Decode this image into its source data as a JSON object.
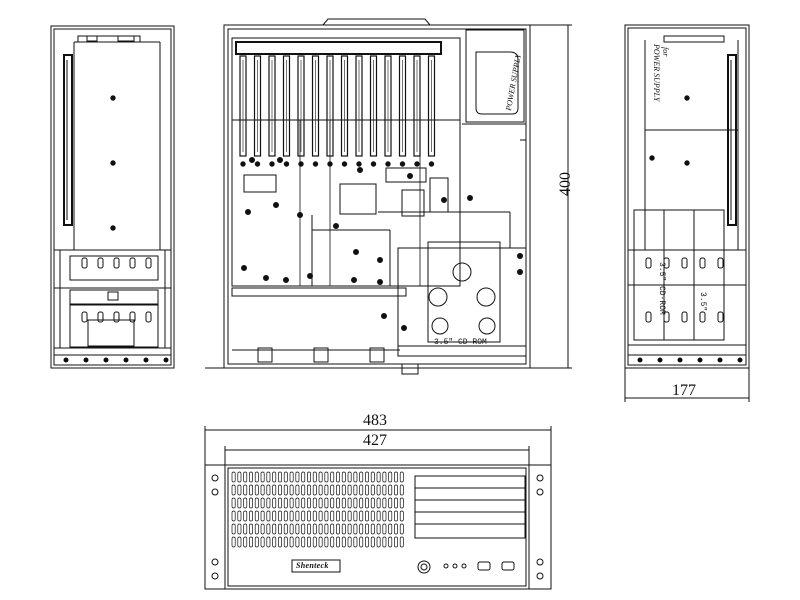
{
  "dimensions": {
    "depth": "400",
    "height_side": "177",
    "overall_width": "483",
    "chassis_width": "427"
  },
  "labels": {
    "cdrom_top": "3.5\" CD-ROM",
    "cdrom_right_a": "3.5\" CD-ROM",
    "cdrom_right_b": "3.5\"",
    "power_supply_top": "POWER SUPPLY",
    "power_supply_right": "POWER SUPPLY",
    "for_right": "for",
    "brand": "Shenteck"
  },
  "colors": {
    "line": "#111111"
  },
  "icons": {
    "mounting_hole": "circle-icon",
    "vent_slot": "vent-slot-icon"
  }
}
